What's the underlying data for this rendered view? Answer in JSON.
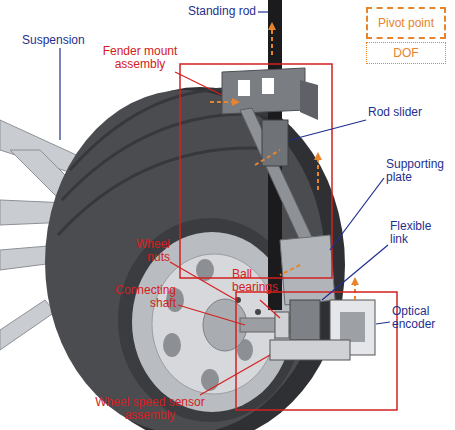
{
  "diagram": {
    "labels": [
      "Suspension",
      "Standing rod",
      "Fender mount assembly",
      "Rod slider",
      "Supporting plate",
      "Flexible link",
      "Optical encoder",
      "Wheel nuts",
      "Ball bearings",
      "Connecting shaft",
      "Wheel speed sensor assembly"
    ],
    "legend": [
      {
        "text": "Pivot point"
      },
      {
        "text": "DOF"
      }
    ]
  }
}
